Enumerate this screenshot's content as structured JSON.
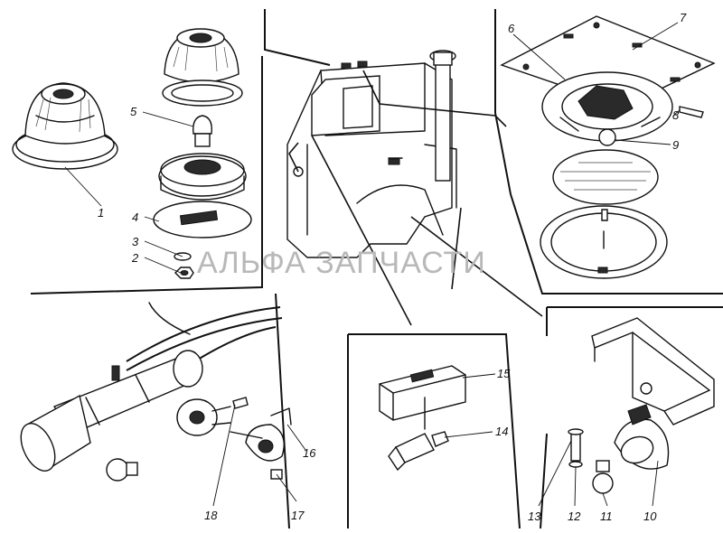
{
  "watermark": "АЛЬФА ЗАПЧАСТИ",
  "callouts": [
    {
      "id": "1",
      "label": "1"
    },
    {
      "id": "2",
      "label": "2"
    },
    {
      "id": "3",
      "label": "3"
    },
    {
      "id": "4",
      "label": "4"
    },
    {
      "id": "5",
      "label": "5"
    },
    {
      "id": "6",
      "label": "6"
    },
    {
      "id": "7",
      "label": "7"
    },
    {
      "id": "8",
      "label": "8"
    },
    {
      "id": "9",
      "label": "9"
    },
    {
      "id": "10",
      "label": "10"
    },
    {
      "id": "11",
      "label": "11"
    },
    {
      "id": "12",
      "label": "12"
    },
    {
      "id": "13",
      "label": "13"
    },
    {
      "id": "14",
      "label": "14"
    },
    {
      "id": "15",
      "label": "15"
    },
    {
      "id": "16",
      "label": "16"
    },
    {
      "id": "17",
      "label": "17"
    },
    {
      "id": "18",
      "label": "18"
    }
  ]
}
